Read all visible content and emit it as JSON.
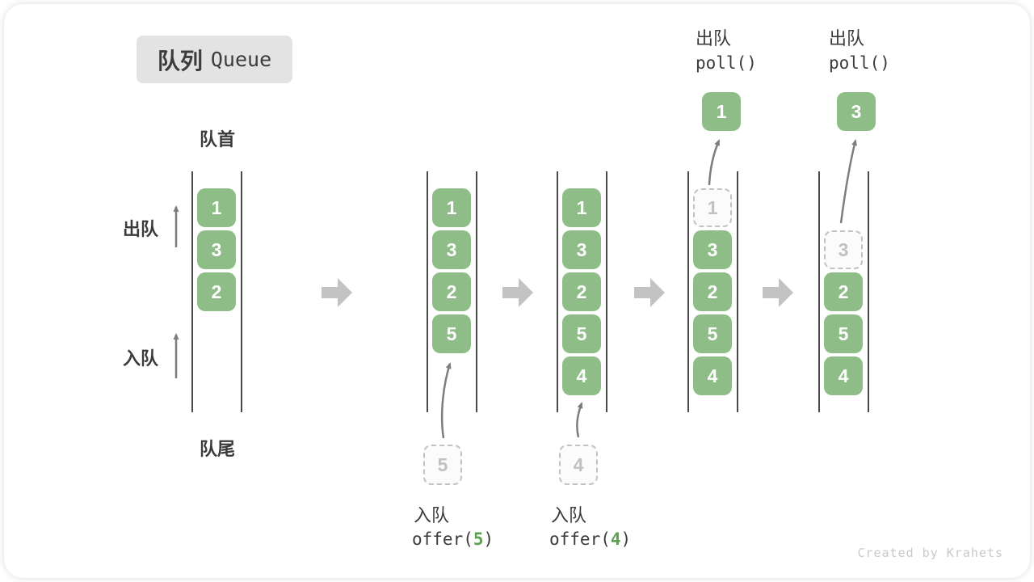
{
  "title": {
    "zh": "队列",
    "en": "Queue"
  },
  "labels": {
    "front": "队首",
    "rear": "队尾",
    "dequeue": "出队",
    "enqueue": "入队"
  },
  "watermark": "Created by Krahets",
  "colors": {
    "box_green": "#8ebd87",
    "accent_green": "#5ba04c",
    "text_dark": "#3b3b3b",
    "arrow_gray": "#7d7d7d",
    "block_arrow_gray": "#c3c3c3",
    "dashed_gray": "#c2c2c2",
    "wall_gray": "#4a4a4a",
    "title_bg": "#e3e3e3",
    "watermark_gray": "#c9c9c9"
  },
  "queues": [
    {
      "name": "initial-queue",
      "slots": [
        {
          "value": "1",
          "slot": 0,
          "type": "solid"
        },
        {
          "value": "3",
          "slot": 1,
          "type": "solid"
        },
        {
          "value": "2",
          "slot": 2,
          "type": "solid"
        }
      ]
    },
    {
      "name": "after-offer-5",
      "slots": [
        {
          "value": "1",
          "slot": 0,
          "type": "solid"
        },
        {
          "value": "3",
          "slot": 1,
          "type": "solid"
        },
        {
          "value": "2",
          "slot": 2,
          "type": "solid"
        },
        {
          "value": "5",
          "slot": 3,
          "type": "solid"
        }
      ]
    },
    {
      "name": "after-offer-4",
      "slots": [
        {
          "value": "1",
          "slot": 0,
          "type": "solid"
        },
        {
          "value": "3",
          "slot": 1,
          "type": "solid"
        },
        {
          "value": "2",
          "slot": 2,
          "type": "solid"
        },
        {
          "value": "5",
          "slot": 3,
          "type": "solid"
        },
        {
          "value": "4",
          "slot": 4,
          "type": "solid"
        }
      ]
    },
    {
      "name": "after-poll-1",
      "slots": [
        {
          "value": "1",
          "slot": 0,
          "type": "dashed"
        },
        {
          "value": "3",
          "slot": 1,
          "type": "solid"
        },
        {
          "value": "2",
          "slot": 2,
          "type": "solid"
        },
        {
          "value": "5",
          "slot": 3,
          "type": "solid"
        },
        {
          "value": "4",
          "slot": 4,
          "type": "solid"
        }
      ]
    },
    {
      "name": "after-poll-3",
      "slots": [
        {
          "value": "3",
          "slot": 1,
          "type": "dashed"
        },
        {
          "value": "2",
          "slot": 2,
          "type": "solid"
        },
        {
          "value": "5",
          "slot": 3,
          "type": "solid"
        },
        {
          "value": "4",
          "slot": 4,
          "type": "solid"
        }
      ]
    }
  ],
  "offer_ops": [
    {
      "label": "入队",
      "code_prefix": "offer(",
      "arg": "5",
      "code_suffix": ")",
      "staged_value": "5"
    },
    {
      "label": "入队",
      "code_prefix": "offer(",
      "arg": "4",
      "code_suffix": ")",
      "staged_value": "4"
    }
  ],
  "poll_ops": [
    {
      "label": "出队",
      "code": "poll()",
      "value": "1"
    },
    {
      "label": "出队",
      "code": "poll()",
      "value": "3"
    }
  ]
}
